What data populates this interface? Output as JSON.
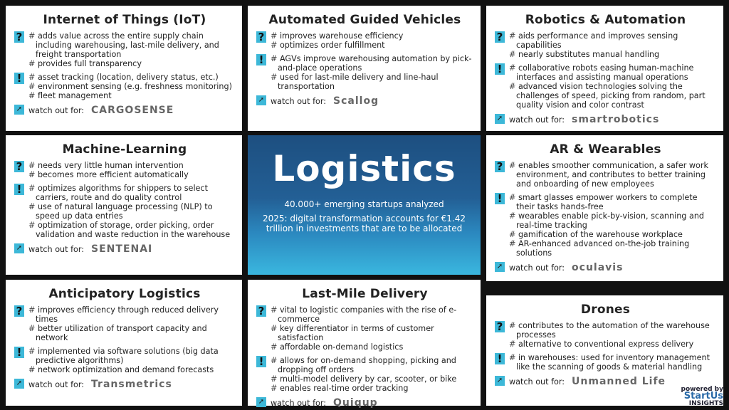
{
  "center": {
    "title": "Logistics",
    "subtitle": "40.000+ emerging startups analyzed",
    "note": "2025: digital transformation accounts for €1.42 trillion in investments that are to be allocated"
  },
  "watch_label": "watch out for:",
  "icons": {
    "question": "question-mark-icon",
    "exclamation": "exclamation-mark-icon",
    "cursor": "cursor-icon"
  },
  "accent": "#3db8d8",
  "panels": [
    {
      "title": "Internet of Things (IoT)",
      "why": [
        "adds value across the entire supply chain including warehousing, last-mile delivery, and freight transportation",
        "provides full transparency"
      ],
      "how": [
        "asset tracking (location, delivery status, etc.)",
        "environment sensing (e.g. freshness monitoring)",
        "fleet management"
      ],
      "startup": "CARGOSENSE"
    },
    {
      "title": "Automated Guided Vehicles",
      "why": [
        "improves warehouse efficiency",
        "optimizes order fulfillment"
      ],
      "how": [
        "AGVs improve warehousing automation by pick-and-place operations",
        "used for last-mile delivery and line-haul transportation"
      ],
      "startup": "Scallog"
    },
    {
      "title": "Robotics & Automation",
      "why": [
        "aids performance and improves sensing capabilities",
        "nearly substitutes manual handling"
      ],
      "how": [
        "collaborative robots easing human-machine interfaces and assisting manual operations",
        "advanced vision technologies solving the challenges of speed, picking from random, part quality vision and color contrast"
      ],
      "startup": "smartrobotics"
    },
    {
      "title": "Machine-Learning",
      "why": [
        "needs very little human intervention",
        "becomes more efficient automatically"
      ],
      "how": [
        "optimizes algorithms for shippers to select carriers, route and do quality control",
        "use of natural language processing (NLP) to speed up data entries",
        "optimization of storage, order picking, order validation and waste reduction in the warehouse"
      ],
      "startup": "SENTENAI"
    },
    {
      "title": "AR & Wearables",
      "why": [
        "enables smoother communication, a safer work environment, and contributes to better training and onboarding of new employees"
      ],
      "how": [
        "smart glasses empower workers to complete their tasks hands-free",
        "wearables enable pick-by-vision, scanning and real-time tracking",
        "gamification of the warehouse workplace",
        "AR-enhanced advanced on-the-job training solutions"
      ],
      "startup": "oculavis"
    },
    {
      "title": "Anticipatory Logistics",
      "why": [
        "improves efficiency through reduced delivery times",
        "better utilization of transport capacity and network"
      ],
      "how": [
        "implemented via software solutions (big data predictive algorithms)",
        "network optimization and demand forecasts"
      ],
      "startup": "Transmetrics"
    },
    {
      "title": "Last-Mile Delivery",
      "why": [
        "vital to logistic companies with the rise of e-commerce",
        "key differentiator in terms of customer satisfaction",
        "affordable on-demand logistics"
      ],
      "how": [
        "allows for on-demand shopping, picking and dropping off orders",
        "multi-model delivery by car, scooter, or bike",
        "enables real-time order tracking"
      ],
      "startup": "Quiqup"
    },
    {
      "title": "Drones",
      "why": [
        "contributes to the automation of the warehouse processes",
        "alternative to conventional express delivery"
      ],
      "how": [
        "in warehouses: used for inventory management like the scanning of goods & material handling"
      ],
      "startup": "Unmanned Life"
    }
  ],
  "brand": {
    "powered": "powered by",
    "name": "StartUs",
    "sub": "INSIGHTS"
  }
}
